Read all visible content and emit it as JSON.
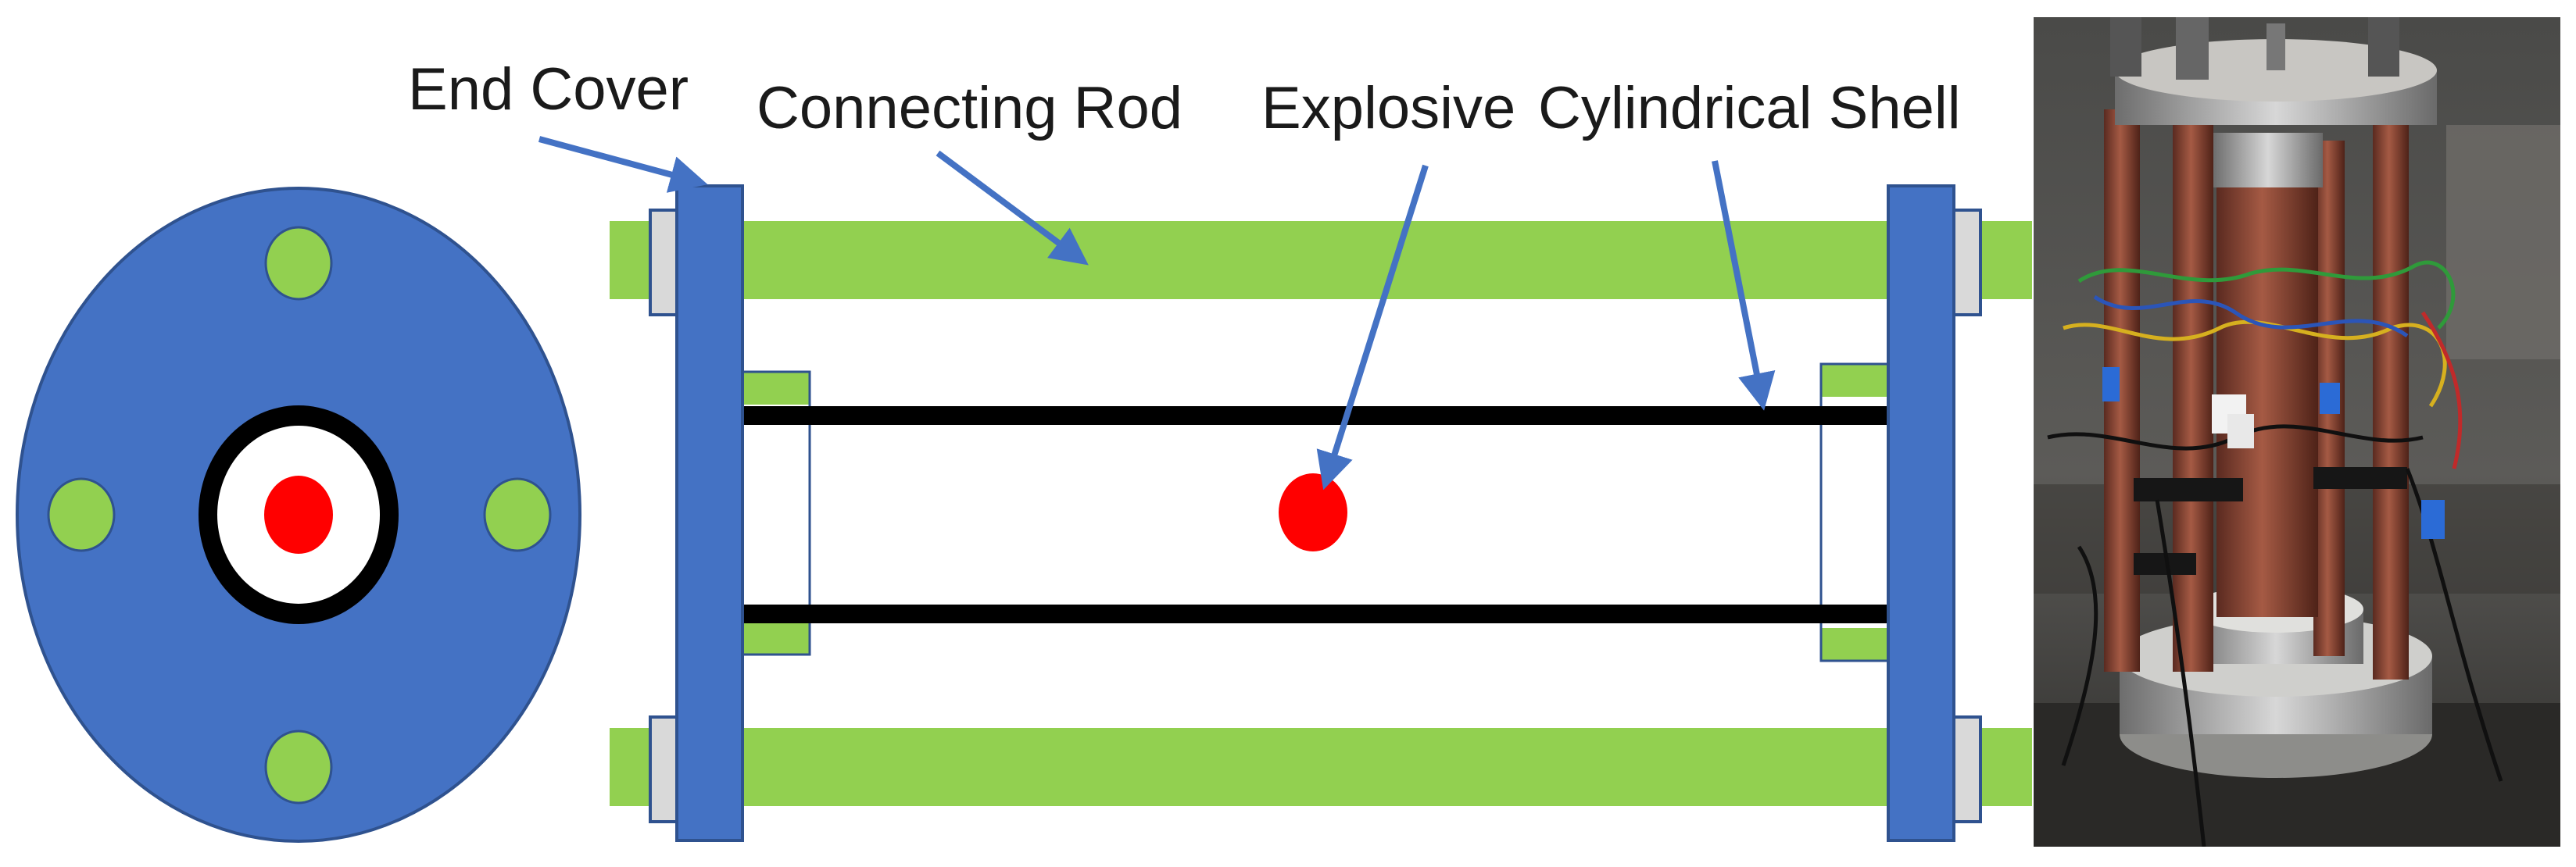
{
  "labels": {
    "end_cover": "End Cover",
    "connecting_rod": "Connecting Rod",
    "explosive": "Explosive",
    "cylindrical_shell": "Cylindrical Shell"
  },
  "colors": {
    "end_cover": "#4472c4",
    "end_cover_stroke": "#2f528f",
    "rod": "#92d050",
    "shell": "#000000",
    "explosive": "#ff0000",
    "nut": "#d9d9d9",
    "arrow": "#4472c4",
    "background": "#ffffff"
  },
  "photo": {
    "description_icon": "photo-of-test-fixture"
  }
}
